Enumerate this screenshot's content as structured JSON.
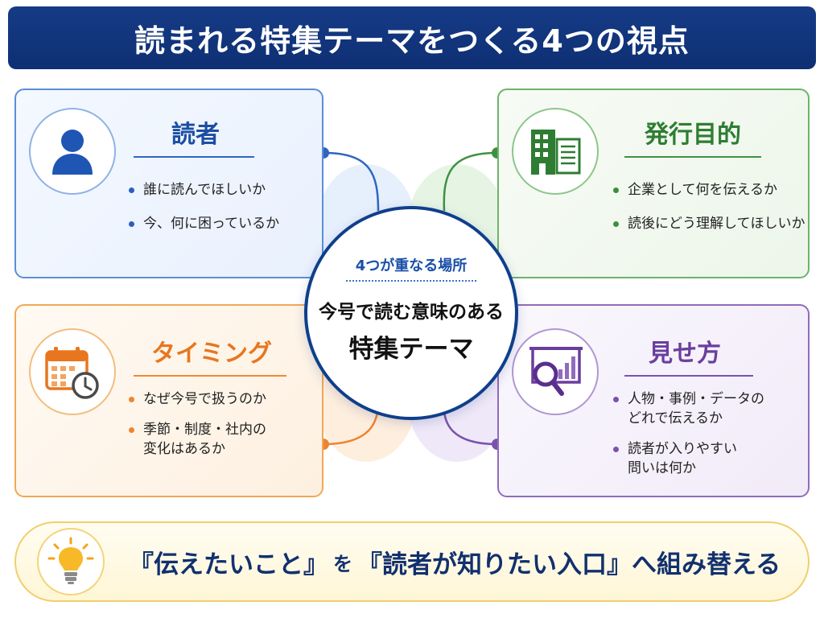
{
  "title": "読まれる特集テーマをつくる4つの視点",
  "cards": {
    "reader": {
      "heading": "読者",
      "icon": "person-icon",
      "bullets": [
        "誰に読んでほしいか",
        "今、何に困っているか"
      ]
    },
    "purpose": {
      "heading": "発行目的",
      "icon": "building-document-icon",
      "bullets": [
        "企業として何を伝えるか",
        "読後にどう理解してほしいか"
      ]
    },
    "timing": {
      "heading": "タイミング",
      "icon": "calendar-clock-icon",
      "bullets": [
        "なぜ今号で扱うのか",
        "季節・制度・社内の\n変化はあるか"
      ]
    },
    "presentation": {
      "heading": "見せ方",
      "icon": "presentation-magnifier-icon",
      "bullets": [
        "人物・事例・データの\nどれで伝えるか",
        "読者が入りやすい\n問いは何か"
      ]
    }
  },
  "center": {
    "kicker": "4つが重なる場所",
    "line1": "今号で読む意味のある",
    "line2": "特集テーマ"
  },
  "banner": {
    "icon": "lightbulb-icon",
    "part1": "『伝えたいこと』",
    "part2": "を",
    "part3": "『読者が知りたい入口』",
    "part4": "へ組み替える"
  },
  "colors": {
    "title_bg": "#163b86",
    "reader": "#2f66c2",
    "purpose": "#3f9142",
    "timing": "#ee8430",
    "presentation": "#7b52ad",
    "banner_border": "#f0cf6b"
  }
}
